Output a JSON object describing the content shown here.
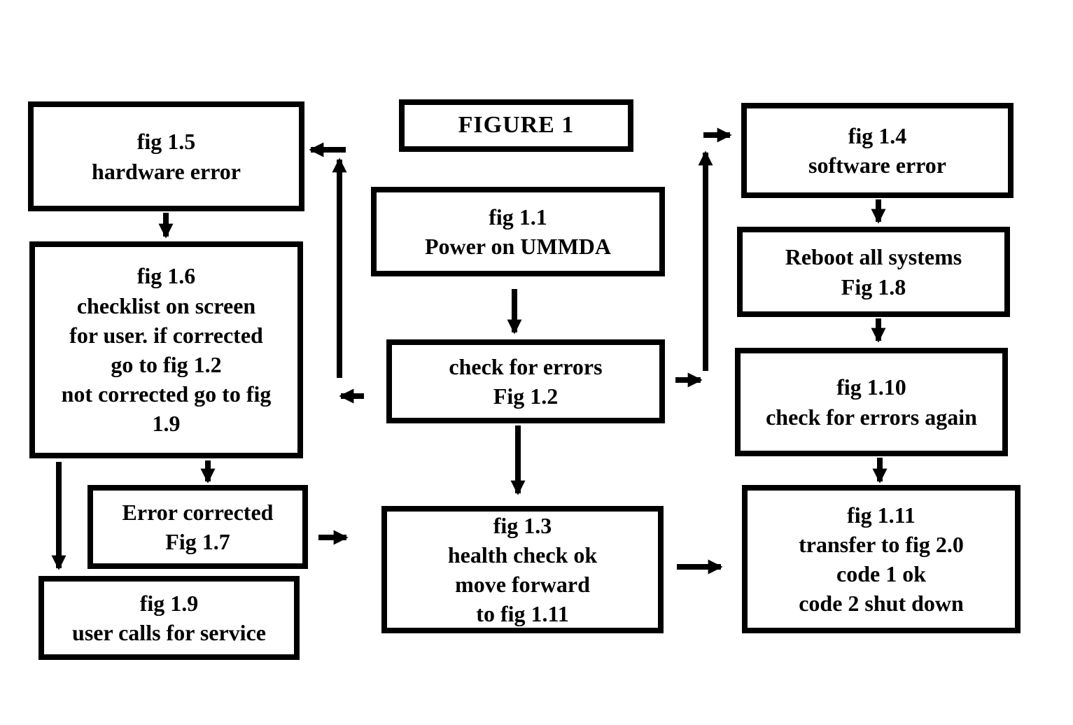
{
  "figure": {
    "title": "FIGURE 1"
  },
  "colors": {
    "ink": "#000000",
    "background": "#ffffff"
  },
  "nodes": {
    "title": {
      "label": "FIGURE 1"
    },
    "fig_1_1": {
      "label": "fig 1.1\nPower on UMMDA"
    },
    "fig_1_2": {
      "label": "check for errors\nFig 1.2"
    },
    "fig_1_3": {
      "label": "fig 1.3\nhealth check ok\nmove forward\nto fig 1.11"
    },
    "fig_1_4": {
      "label": "fig 1.4\nsoftware error"
    },
    "fig_1_5": {
      "label": "fig 1.5\nhardware error"
    },
    "fig_1_6": {
      "label": "fig 1.6\nchecklist on screen\nfor user. if corrected\ngo to fig 1.2\nnot corrected go to fig\n1.9"
    },
    "fig_1_7": {
      "label": "Error corrected\nFig 1.7"
    },
    "fig_1_8": {
      "label": "Reboot all systems\nFig 1.8"
    },
    "fig_1_9": {
      "label": "fig 1.9\nuser calls for service"
    },
    "fig_1_10": {
      "label": "fig 1.10\ncheck for errors again"
    },
    "fig_1_11": {
      "label": "fig 1.11\ntransfer to fig 2.0\ncode 1 ok\ncode 2 shut down"
    }
  },
  "edges": [
    {
      "from": "fig_1_1",
      "to": "fig_1_2"
    },
    {
      "from": "fig_1_2",
      "to": "fig_1_3"
    },
    {
      "from": "fig_1_2",
      "to": "fig_1_5"
    },
    {
      "from": "fig_1_2",
      "to": "fig_1_6"
    },
    {
      "from": "fig_1_2",
      "to": "fig_1_4"
    },
    {
      "from": "fig_1_5",
      "to": "fig_1_6"
    },
    {
      "from": "fig_1_6",
      "to": "fig_1_7"
    },
    {
      "from": "fig_1_6",
      "to": "fig_1_9"
    },
    {
      "from": "fig_1_7",
      "to": "fig_1_3"
    },
    {
      "from": "fig_1_3",
      "to": "fig_1_11"
    },
    {
      "from": "fig_1_4",
      "to": "fig_1_8"
    },
    {
      "from": "fig_1_8",
      "to": "fig_1_10"
    },
    {
      "from": "fig_1_10",
      "to": "fig_1_11"
    }
  ]
}
